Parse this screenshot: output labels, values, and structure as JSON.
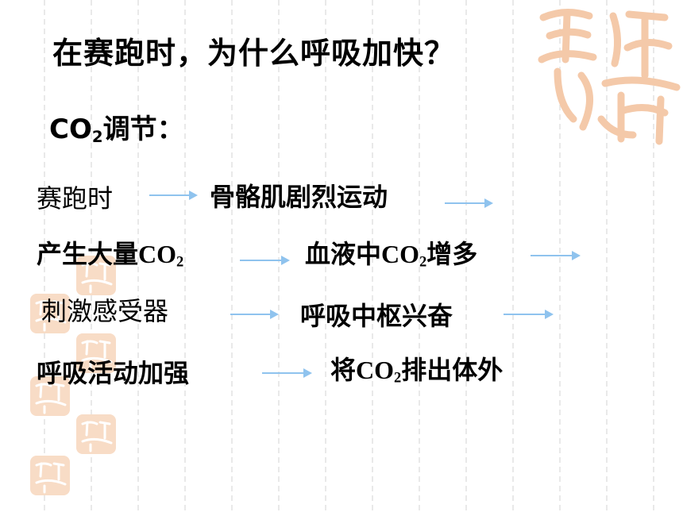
{
  "title": "在赛跑时，为什么呼吸加快？",
  "subtitle": {
    "prefix": "CO",
    "sub": "2",
    "suffix": "调节："
  },
  "rows": [
    {
      "a": "赛跑时",
      "b": "骨骼肌剧烈运动"
    },
    {
      "a_prefix": "产生大量",
      "a_co": "CO",
      "a_sub": "2",
      "b_prefix": "血液中",
      "b_co": "CO",
      "b_sub": "2",
      "b_suffix": "增多"
    },
    {
      "a": "刺激感受器",
      "b": "呼吸中枢兴奋"
    },
    {
      "a": "呼吸活动加强",
      "b_prefix": "将",
      "b_co": "CO",
      "b_sub": "2",
      "b_suffix": "排出体外"
    }
  ],
  "colors": {
    "arrow": "#8fc3ee",
    "seal": "#f4c9a9",
    "text": "#000000"
  },
  "icons": [
    "right-arrow-icon",
    "seal-watermark-icon"
  ]
}
